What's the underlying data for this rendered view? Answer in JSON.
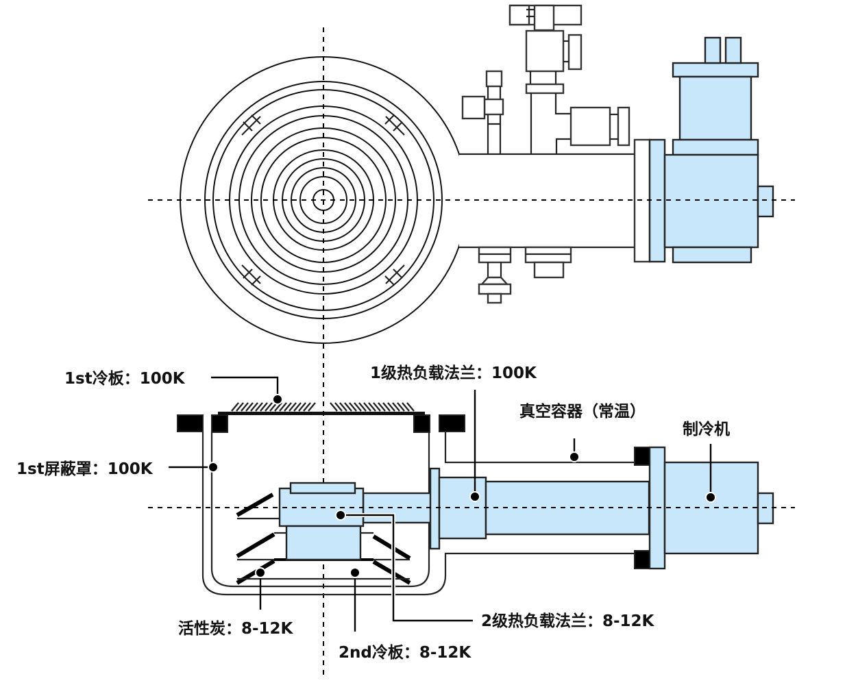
{
  "diagram": {
    "title": "",
    "colors": {
      "cold_part_fill": "#c8e7fb",
      "line": "#222222",
      "flange_black": "#000000"
    },
    "top_view": {
      "description": "cryopump top view with concentric cold panels, valves and cold head",
      "ring_count": 12
    },
    "labels": {
      "first_cold_plate": "1st冷板：100K",
      "first_shield": "1st屏蔽罩：100K",
      "first_stage_flange": "1级热负载法兰：100K",
      "vacuum_vessel": "真空容器（常温）",
      "refrigerator": "制冷机",
      "activated_carbon": "活性炭：8-12K",
      "second_cold_plate": "2nd冷板：8-12K",
      "second_stage_flange": "2级热负载法兰：8-12K"
    }
  }
}
